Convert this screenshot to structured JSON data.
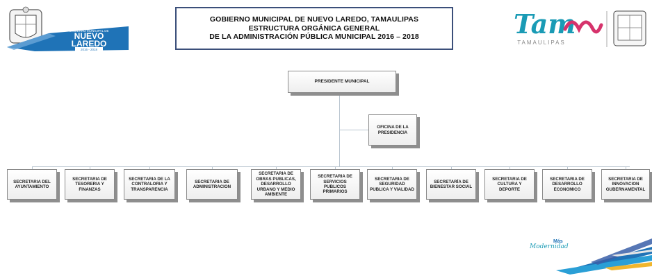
{
  "header": {
    "title_lines": [
      "GOBIERNO MUNICIPAL DE NUEVO LAREDO, TAMAULIPAS",
      "ESTRUCTURA ORGÁNICA GENERAL",
      "DE LA ADMINISTRACIÓN PÚBLICA MUNICIPAL 2016 – 2018"
    ],
    "left_logo": {
      "small": "GOBIERNO MUNICIPAL DE",
      "big1": "NUEVO",
      "big2": "LAREDO",
      "years": "2016 - 2018",
      "icon": "municipal-seal"
    },
    "right_logo": {
      "brand": "Tam",
      "sub": "TAMAULIPAS",
      "icon": "state-seal"
    }
  },
  "org": {
    "top": "PRESIDENTE MUNICIPAL",
    "office": "OFICINA DE LA PRESIDENCIA",
    "secretariats": [
      "SECRETARIA DEL AYUNTAMIENTO",
      "SECRETARIA DE TESORERIA Y FINANZAS",
      "SECRETARIA DE LA CONTRALORIA Y TRANSPARENCIA",
      "SECRETARIA DE ADMINISTRACION",
      "SECRETARIA DE OBRAS PUBLICAS, DESARROLLO URBANO Y MEDIO AMBIENTE",
      "SECRETARIA DE SERVICIOS PUBLICOS PRIMARIOS",
      "SECRETARIA DE SEGURIDAD PUBLICA Y VIALIDAD",
      "SECRETARÍA DE BIENESTAR SOCIAL",
      "SECRETARIA DE CULTURA Y DEPORTE",
      "SECRETARIA DE DESARROLLO ECONOMICO",
      "SECRETARIA DE INNOVACION GUBERNAMENTAL"
    ]
  },
  "footer": {
    "slogan_top": "Más",
    "slogan": "Modernidad"
  },
  "colors": {
    "line": "#b8c4cf",
    "title_border": "#3b4f7a",
    "logo_blue": "#1f73b7",
    "tam_teal": "#1a9bb5",
    "tam_pink": "#d6336c"
  }
}
